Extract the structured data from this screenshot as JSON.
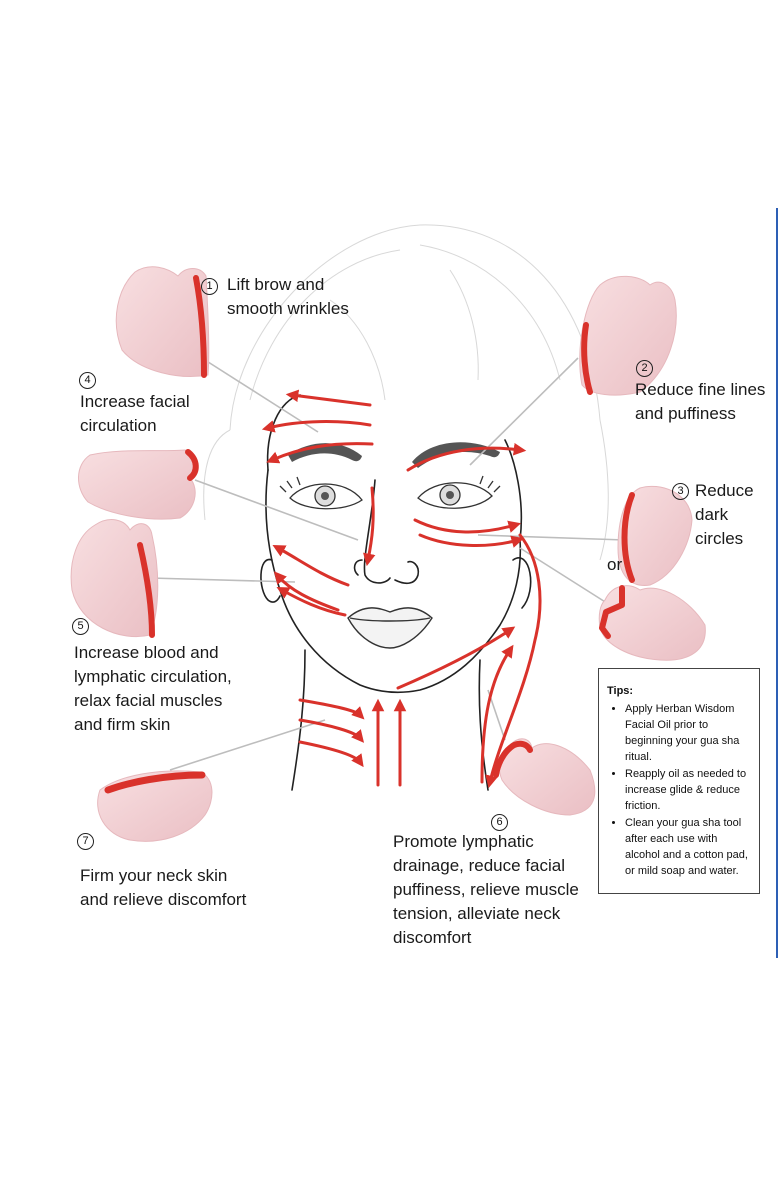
{
  "steps": [
    {
      "number": "1",
      "lines": [
        "Lift brow and",
        "smooth wrinkles"
      ]
    },
    {
      "number": "2",
      "lines": [
        "Reduce fine lines",
        "and puffiness"
      ]
    },
    {
      "number": "3",
      "lines": [
        "Reduce",
        "dark",
        "circles"
      ]
    },
    {
      "number": "4",
      "lines": [
        "Increase facial",
        "circulation"
      ]
    },
    {
      "number": "5",
      "lines": [
        "Increase blood and",
        "lymphatic circulation,",
        "relax facial muscles",
        "and firm skin"
      ]
    },
    {
      "number": "6",
      "lines": [
        "Promote lymphatic",
        "drainage, reduce facial",
        "puffiness, relieve muscle",
        "tension, alleviate neck",
        "discomfort"
      ]
    },
    {
      "number": "7",
      "lines": [
        "Firm your neck skin",
        "and relieve discomfort"
      ]
    }
  ],
  "or_text": "or",
  "tips": {
    "title": "Tips:",
    "items": [
      "Apply Herban Wisdom Facial Oil prior to beginning your gua sha ritual.",
      "Reapply oil as needed to increase glide & reduce friction.",
      "Clean your gua sha tool after each use with alcohol and a cotton pad, or mild soap and water."
    ]
  },
  "colors": {
    "stroke_red": "#d9322b",
    "stone_pink": "#f2cdd0",
    "brow": "#555555",
    "line": "#222222"
  }
}
